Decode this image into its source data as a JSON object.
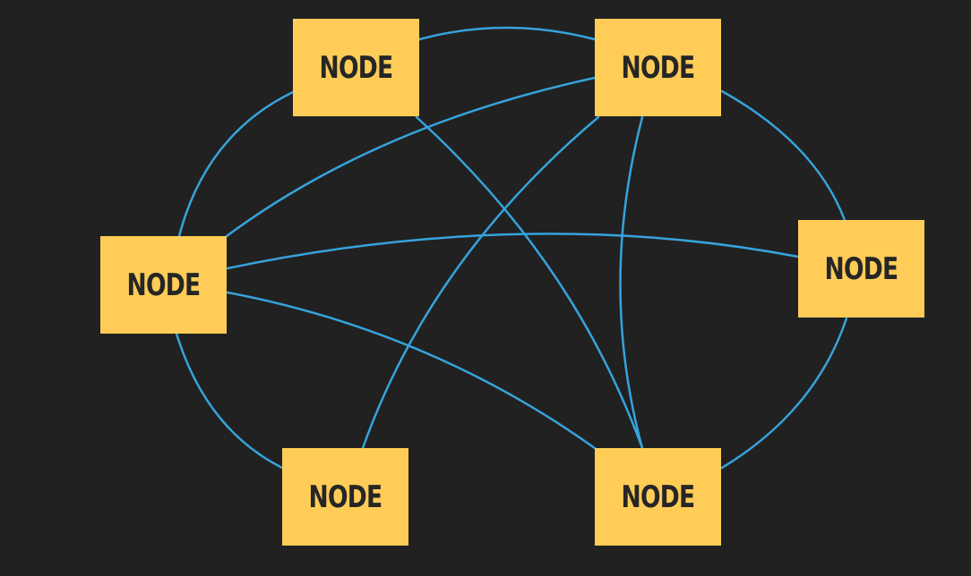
{
  "colors": {
    "background": "#212121",
    "node_fill": "#FFCD57",
    "node_text": "#262626",
    "edge": "#36A3DB"
  },
  "nodes": [
    {
      "id": "top-left",
      "label": "NODE"
    },
    {
      "id": "top-right",
      "label": "NODE"
    },
    {
      "id": "left",
      "label": "NODE"
    },
    {
      "id": "right",
      "label": "NODE"
    },
    {
      "id": "bottom-left",
      "label": "NODE"
    },
    {
      "id": "bottom-right",
      "label": "NODE"
    }
  ],
  "edges": [
    {
      "from": "top-left",
      "to": "top-right"
    },
    {
      "from": "top-left",
      "to": "left"
    },
    {
      "from": "top-left",
      "to": "bottom-right"
    },
    {
      "from": "top-right",
      "to": "left"
    },
    {
      "from": "top-right",
      "to": "right"
    },
    {
      "from": "top-right",
      "to": "bottom-left"
    },
    {
      "from": "top-right",
      "to": "bottom-right"
    },
    {
      "from": "left",
      "to": "right"
    },
    {
      "from": "left",
      "to": "bottom-left"
    },
    {
      "from": "left",
      "to": "bottom-right"
    },
    {
      "from": "right",
      "to": "bottom-right"
    }
  ]
}
